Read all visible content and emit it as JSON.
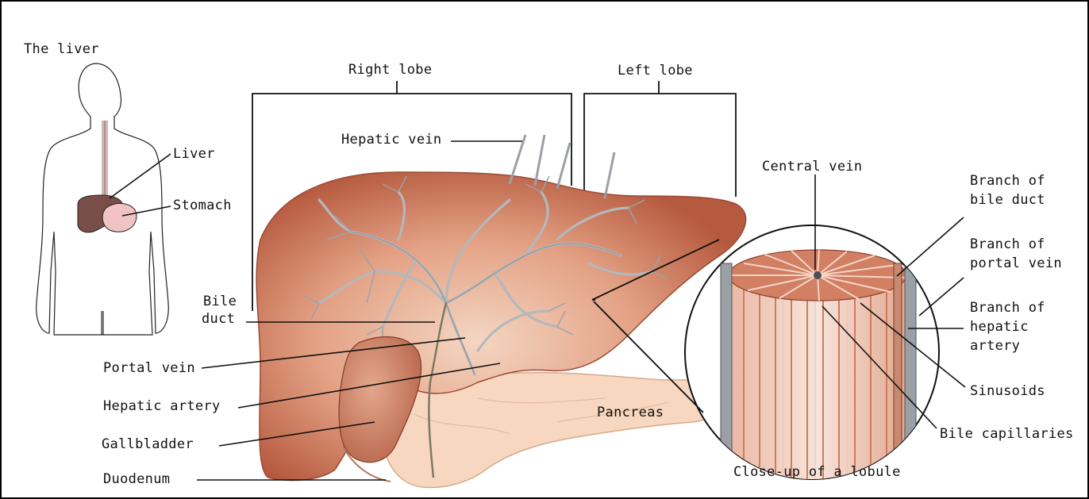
{
  "figure": {
    "panel_title": "The liver",
    "body_labels": {
      "liver": "Liver",
      "stomach": "Stomach"
    },
    "lobes": {
      "right": "Right lobe",
      "left": "Left lobe"
    },
    "structures": {
      "hepatic_vein": "Hepatic vein",
      "bile_duct_line1": "Bile",
      "bile_duct_line2": "duct",
      "portal_vein": "Portal vein",
      "hepatic_artery": "Hepatic artery",
      "gallbladder": "Gallbladder",
      "duodenum": "Duodenum",
      "pancreas": "Pancreas"
    },
    "lobule": {
      "central_vein": "Central vein",
      "branch_bile_duct": [
        "Branch of",
        "bile duct"
      ],
      "branch_portal_vein": [
        "Branch of",
        "portal vein"
      ],
      "branch_hepatic_artery": [
        "Branch of",
        "hepatic",
        "artery"
      ],
      "sinusoids": "Sinusoids",
      "bile_capillaries": "Bile capillaries",
      "caption": "Close-up of a lobule"
    }
  },
  "colors": {
    "liver_fill": "#c66a4e",
    "liver_light": "#f4d6c2",
    "vessel": "#b4b8bc",
    "pancreas": "#f6d2b9",
    "gallbladder": "#c97a5d",
    "lobule_cells": "#cf7b5f",
    "line": "#111111"
  }
}
